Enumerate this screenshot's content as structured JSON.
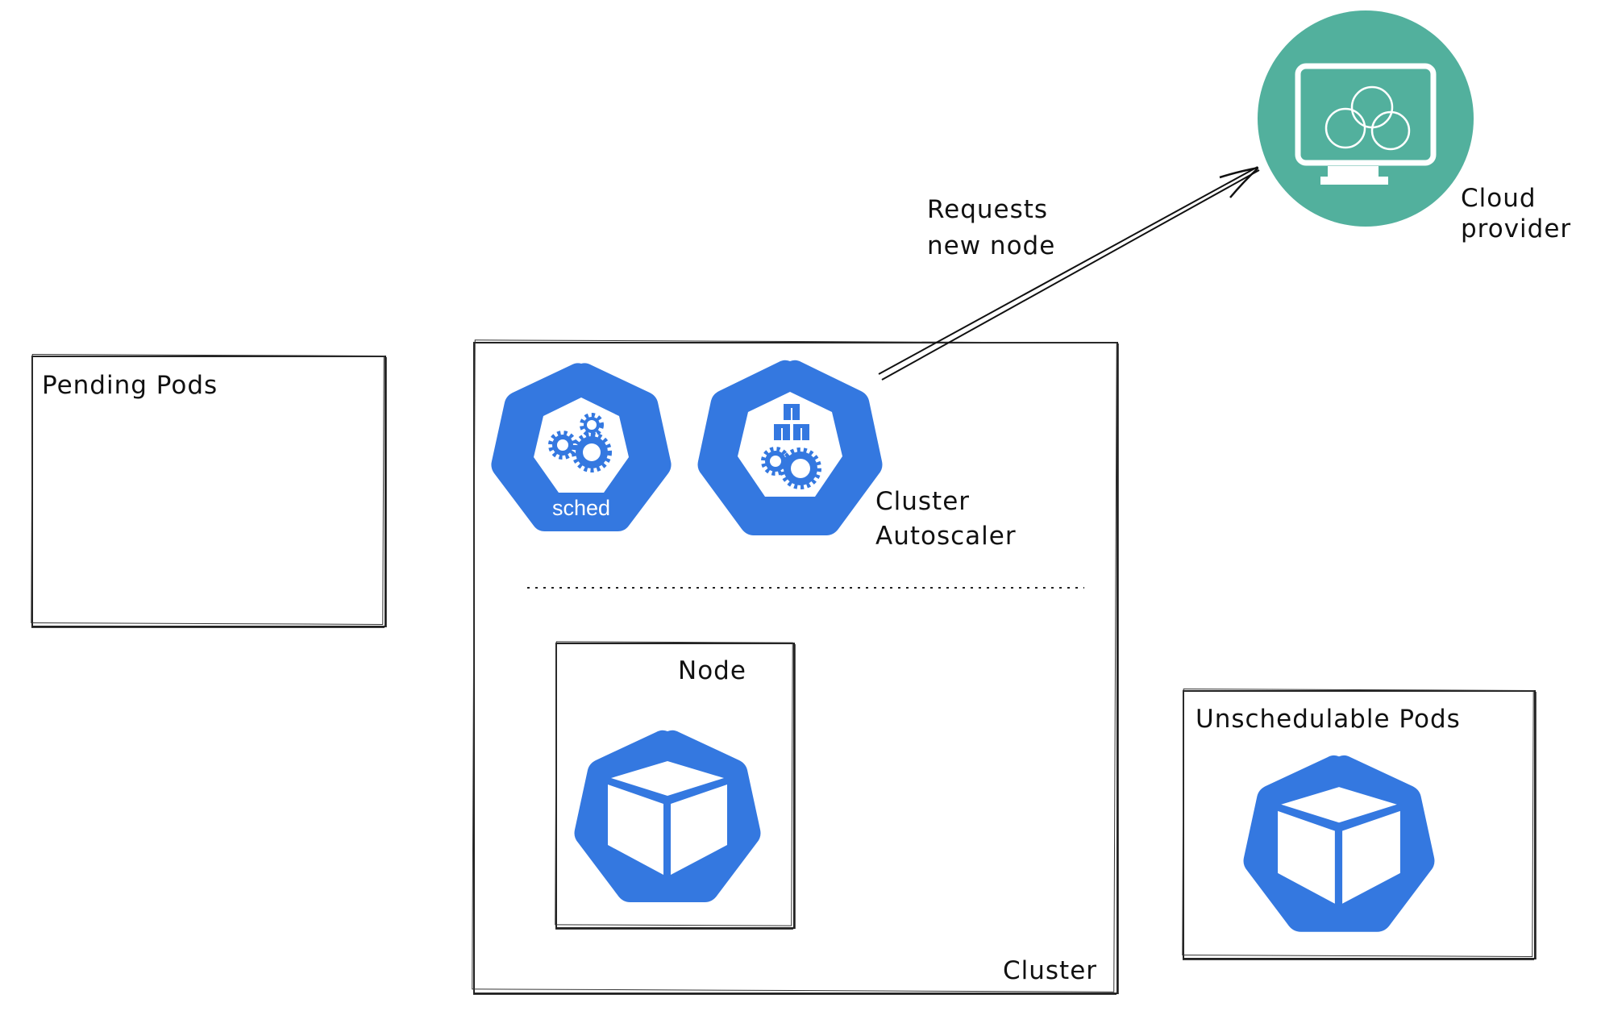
{
  "diagram": {
    "title": "Kubernetes Cluster Autoscaler flow",
    "colors": {
      "kubernetes_blue": "#3478e0",
      "cloud_teal": "#52b09d",
      "stroke": "#111111",
      "background": "#ffffff"
    },
    "pending_pods": {
      "label": "Pending Pods"
    },
    "cluster": {
      "label": "Cluster",
      "scheduler": {
        "icon": "kube-scheduler-icon",
        "label": "sched"
      },
      "autoscaler": {
        "icon": "cluster-autoscaler-icon",
        "label_line1": "Cluster",
        "label_line2": "Autoscaler"
      },
      "node": {
        "label": "Node",
        "icon": "pod-cube-icon"
      }
    },
    "arrow": {
      "label_line1": "Requests",
      "label_line2": "new node",
      "from": "Cluster Autoscaler",
      "to": "Cloud provider"
    },
    "cloud_provider": {
      "icon": "cloud-monitor-icon",
      "label_line1": "Cloud",
      "label_line2": "provider"
    },
    "unschedulable_pods": {
      "label": "Unschedulable Pods",
      "icon": "pod-cube-icon"
    }
  }
}
